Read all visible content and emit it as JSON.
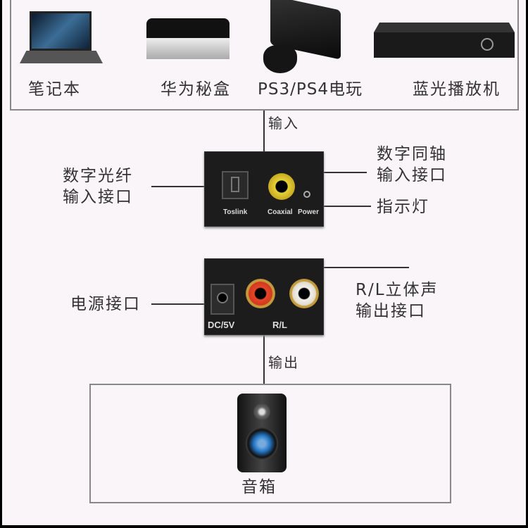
{
  "sources": [
    {
      "label": "笔记本",
      "icon": "laptop-icon"
    },
    {
      "label": "华为秘盒",
      "icon": "media-box-icon"
    },
    {
      "label": "PS3/PS4电玩",
      "icon": "game-console-icon"
    },
    {
      "label": "蓝光播放机",
      "icon": "bluray-player-icon"
    }
  ],
  "flow": {
    "input": "输入",
    "output": "输出"
  },
  "input_panel": {
    "ports": {
      "toslink": "Toslink",
      "coaxial": "Coaxial",
      "power": "Power"
    },
    "callouts": {
      "optical": [
        "数字光纤",
        "输入接口"
      ],
      "coaxial": [
        "数字同轴",
        "输入接口"
      ],
      "indicator": "指示灯"
    }
  },
  "output_panel": {
    "ports": {
      "dc": "DC/5V",
      "rl": "R/L"
    },
    "callouts": {
      "power": "电源接口",
      "rl": [
        "R/L立体声",
        "输出接口"
      ]
    }
  },
  "destination": {
    "label": "音箱",
    "icon": "speaker-icon"
  }
}
